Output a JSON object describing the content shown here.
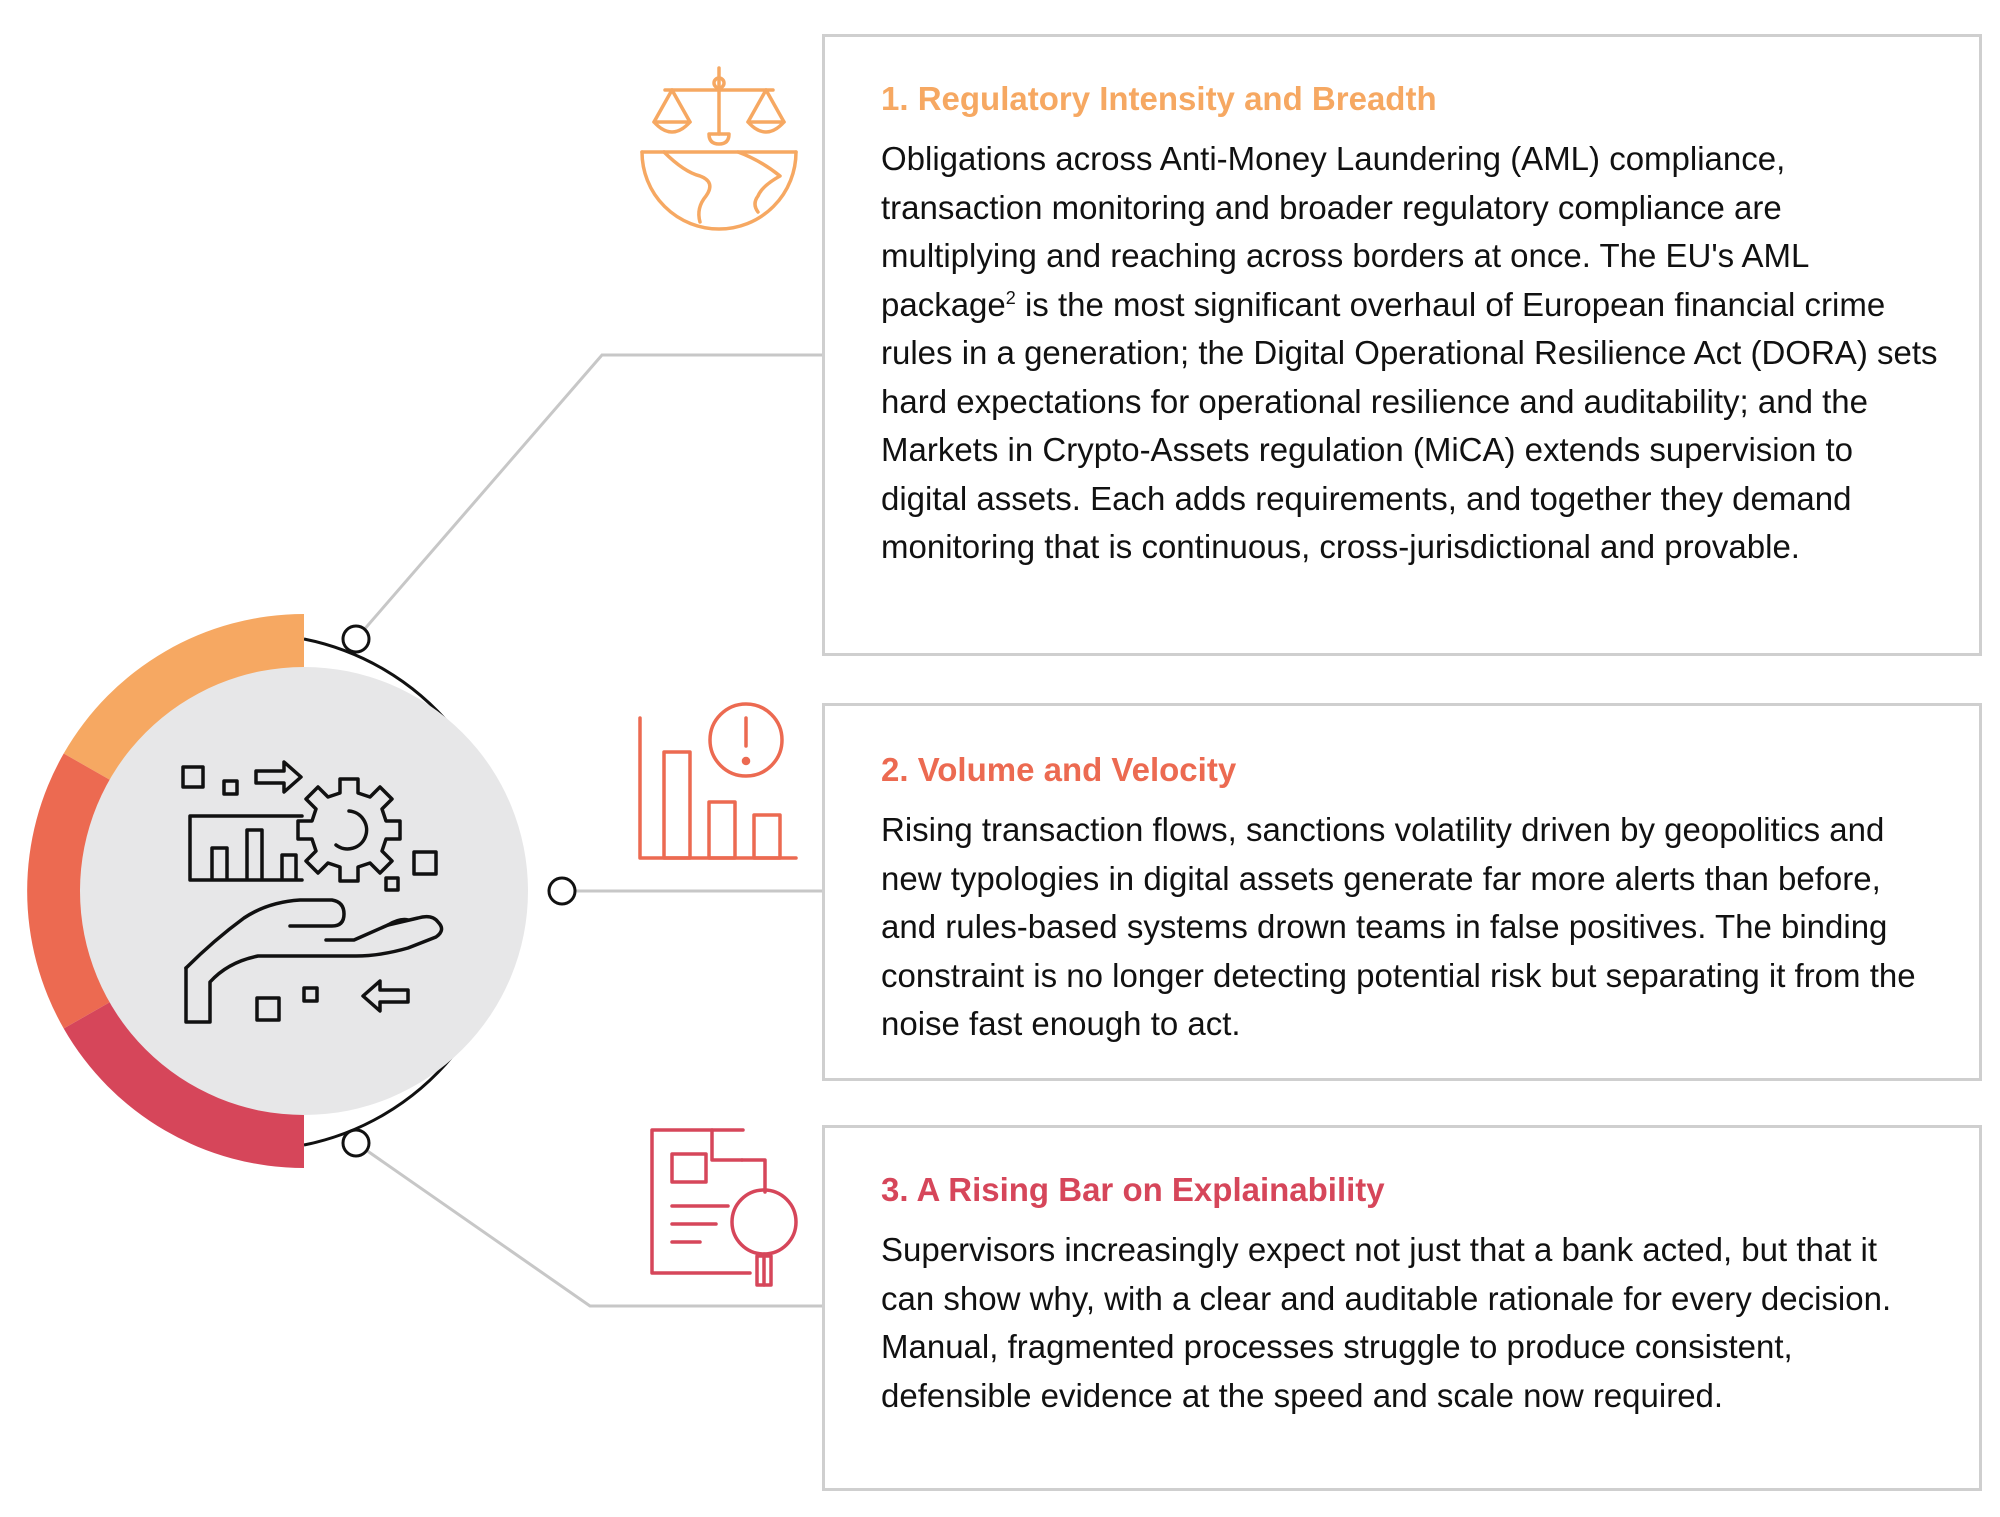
{
  "colors": {
    "orange": "#F6A862",
    "coral": "#EC6A51",
    "red": "#D6465A",
    "line_gray": "#c7c7c7",
    "center_gray": "#e7e7e8",
    "ink": "#111111"
  },
  "center": {
    "icon": "hand-data-gear-icon"
  },
  "cards": [
    {
      "title": "1. Regulatory Intensity and Breadth",
      "icon": "scales-globe-icon",
      "color": "#F6A862",
      "body_pre": "Obligations across Anti-Money Laundering (AML) compliance, transaction monitoring and broader regulatory compliance are multiplying and reaching across borders at once. The EU's AML package",
      "footnote": "2",
      "body_post": " is the most significant overhaul of European financial crime rules in a generation; the Digital Operational Resilience Act (DORA) sets hard expectations for operational resilience and auditability; and the Markets in Crypto-Assets regulation (MiCA) extends supervision to digital assets. Each adds requirements, and together they demand monitoring that is continuous, cross-jurisdictional and provable."
    },
    {
      "title": "2. Volume and Velocity",
      "icon": "bar-chart-alert-icon",
      "color": "#EC6A51",
      "body": "Rising transaction flows, sanctions volatility driven by geopolitics and new typologies in digital assets generate far more alerts than before, and rules-based systems drown teams in false positives. The binding constraint is no longer detecting potential risk but separating it from the noise fast enough to act."
    },
    {
      "title": "3. A Rising Bar on Explainability",
      "icon": "document-magnifier-icon",
      "color": "#D6465A",
      "body": "Supervisors increasingly expect not just that a bank acted, but that it can show why, with a clear and auditable rationale for every decision. Manual, fragmented processes struggle to produce consistent, defensible evidence at the speed and scale now required."
    }
  ]
}
